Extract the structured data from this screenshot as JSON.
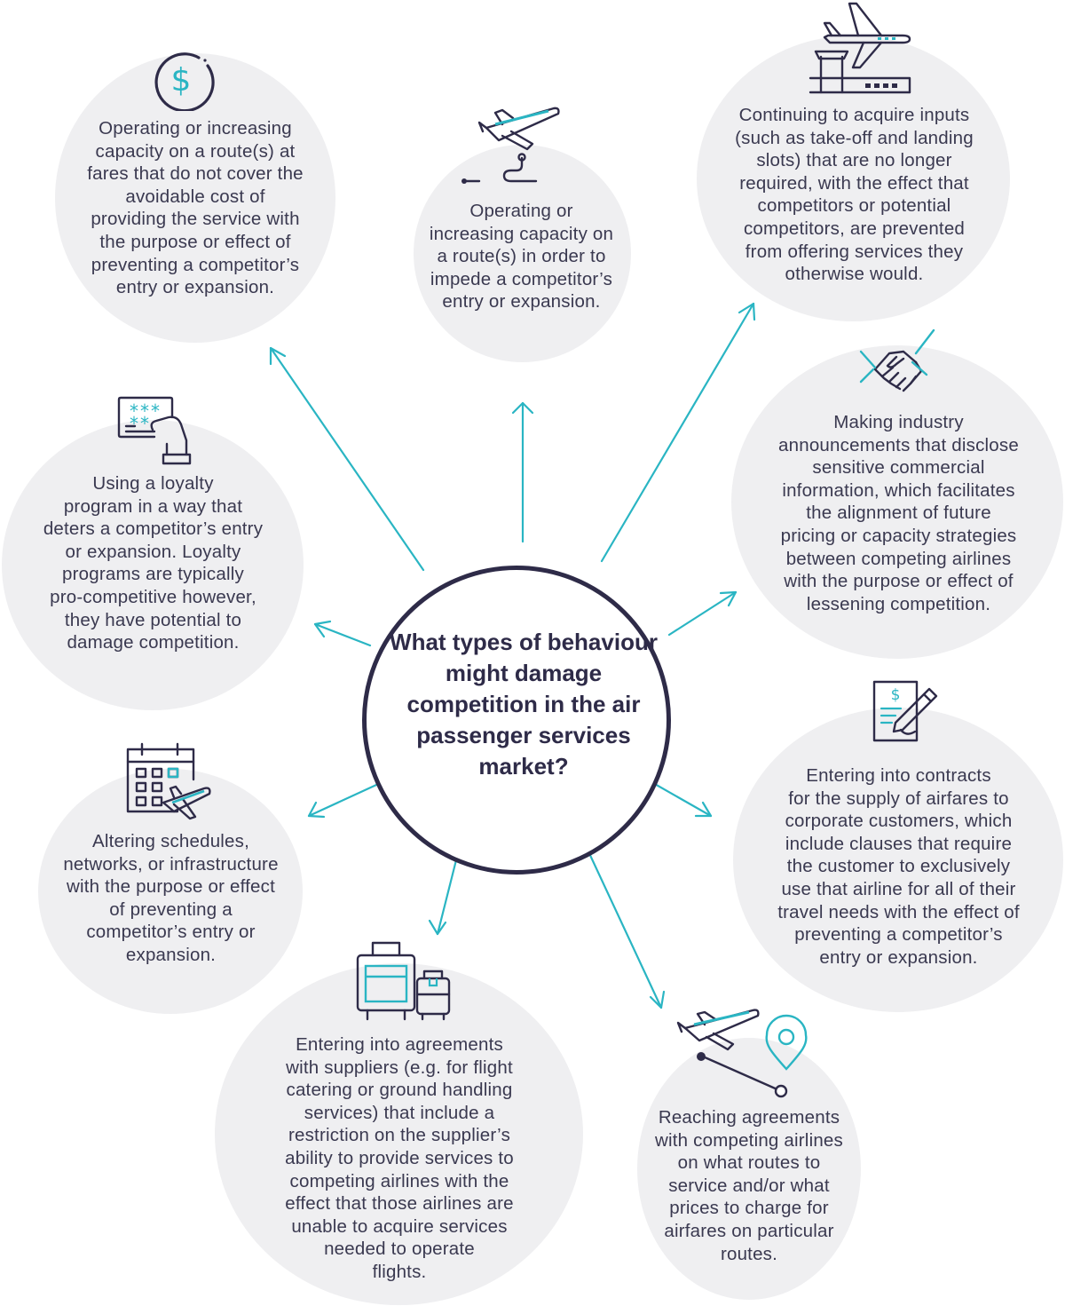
{
  "center": {
    "title": "What types of behaviour might damage competition in the air passenger services market?"
  },
  "behaviours": [
    {
      "id": "below-cost-capacity",
      "icon": "dollar-icon",
      "lines": [
        "Operating or increasing",
        "capacity on a route(s) at",
        "fares that do not cover the",
        "avoidable cost of",
        "providing the service with",
        "the purpose or effect of",
        "preventing a competitor’s",
        "entry or expansion."
      ]
    },
    {
      "id": "impede-capacity",
      "icon": "plane-route-icon",
      "lines": [
        "Operating or",
        "increasing capacity on",
        "a route(s) in order to",
        "impede a competitor’s",
        "entry or expansion."
      ]
    },
    {
      "id": "acquire-inputs",
      "icon": "airport-plane-icon",
      "lines": [
        "Continuing to acquire inputs",
        "(such as take-off and landing",
        "slots) that are no longer",
        "required, with the effect that",
        "competitors or potential",
        "competitors, are prevented",
        "from offering services they",
        "otherwise would."
      ]
    },
    {
      "id": "industry-announcements",
      "icon": "handshake-icon",
      "lines": [
        "Making industry",
        "announcements that disclose",
        "sensitive commercial",
        "information, which facilitates",
        "the alignment of future",
        "pricing or capacity strategies",
        "between competing airlines",
        "with the purpose or effect of",
        "lessening competition."
      ]
    },
    {
      "id": "exclusive-contracts",
      "icon": "contract-icon",
      "lines": [
        "Entering into contracts",
        "for the supply of airfares to",
        "corporate customers, which",
        "include clauses that require",
        "the customer to exclusively",
        "use that airline for all of their",
        "travel needs with the effect of",
        "preventing a competitor’s",
        "entry or expansion."
      ]
    },
    {
      "id": "route-agreements",
      "icon": "route-pin-icon",
      "lines": [
        "Reaching agreements",
        "with competing airlines",
        "on what routes to",
        "service and/or what",
        "prices to charge for",
        "airfares on particular",
        "routes."
      ]
    },
    {
      "id": "supplier-agreements",
      "icon": "luggage-icon",
      "lines": [
        "Entering into agreements",
        "with suppliers (e.g. for flight",
        "catering or ground handling",
        "services) that include a",
        "restriction on the supplier’s",
        "ability to provide services to",
        "competing airlines with the",
        "effect that those airlines are",
        "unable to acquire services",
        "needed to operate",
        "flights."
      ]
    },
    {
      "id": "altering-schedules",
      "icon": "calendar-plane-icon",
      "lines": [
        "Altering schedules,",
        "networks, or infrastructure",
        "with the purpose or effect",
        "of preventing a",
        "competitor’s entry or",
        "expansion."
      ]
    },
    {
      "id": "loyalty-program",
      "icon": "loyalty-card-icon",
      "lines": [
        "Using a loyalty",
        "program in a way that",
        "deters a competitor’s entry",
        "or expansion. Loyalty",
        "programs are typically",
        "pro-competitive however,",
        "they have potential to",
        "damage competition."
      ]
    }
  ],
  "colors": {
    "accent": "#2ab5c3",
    "navy": "#2e2b48",
    "bubble": "#efeff1",
    "text": "#3a3950"
  }
}
